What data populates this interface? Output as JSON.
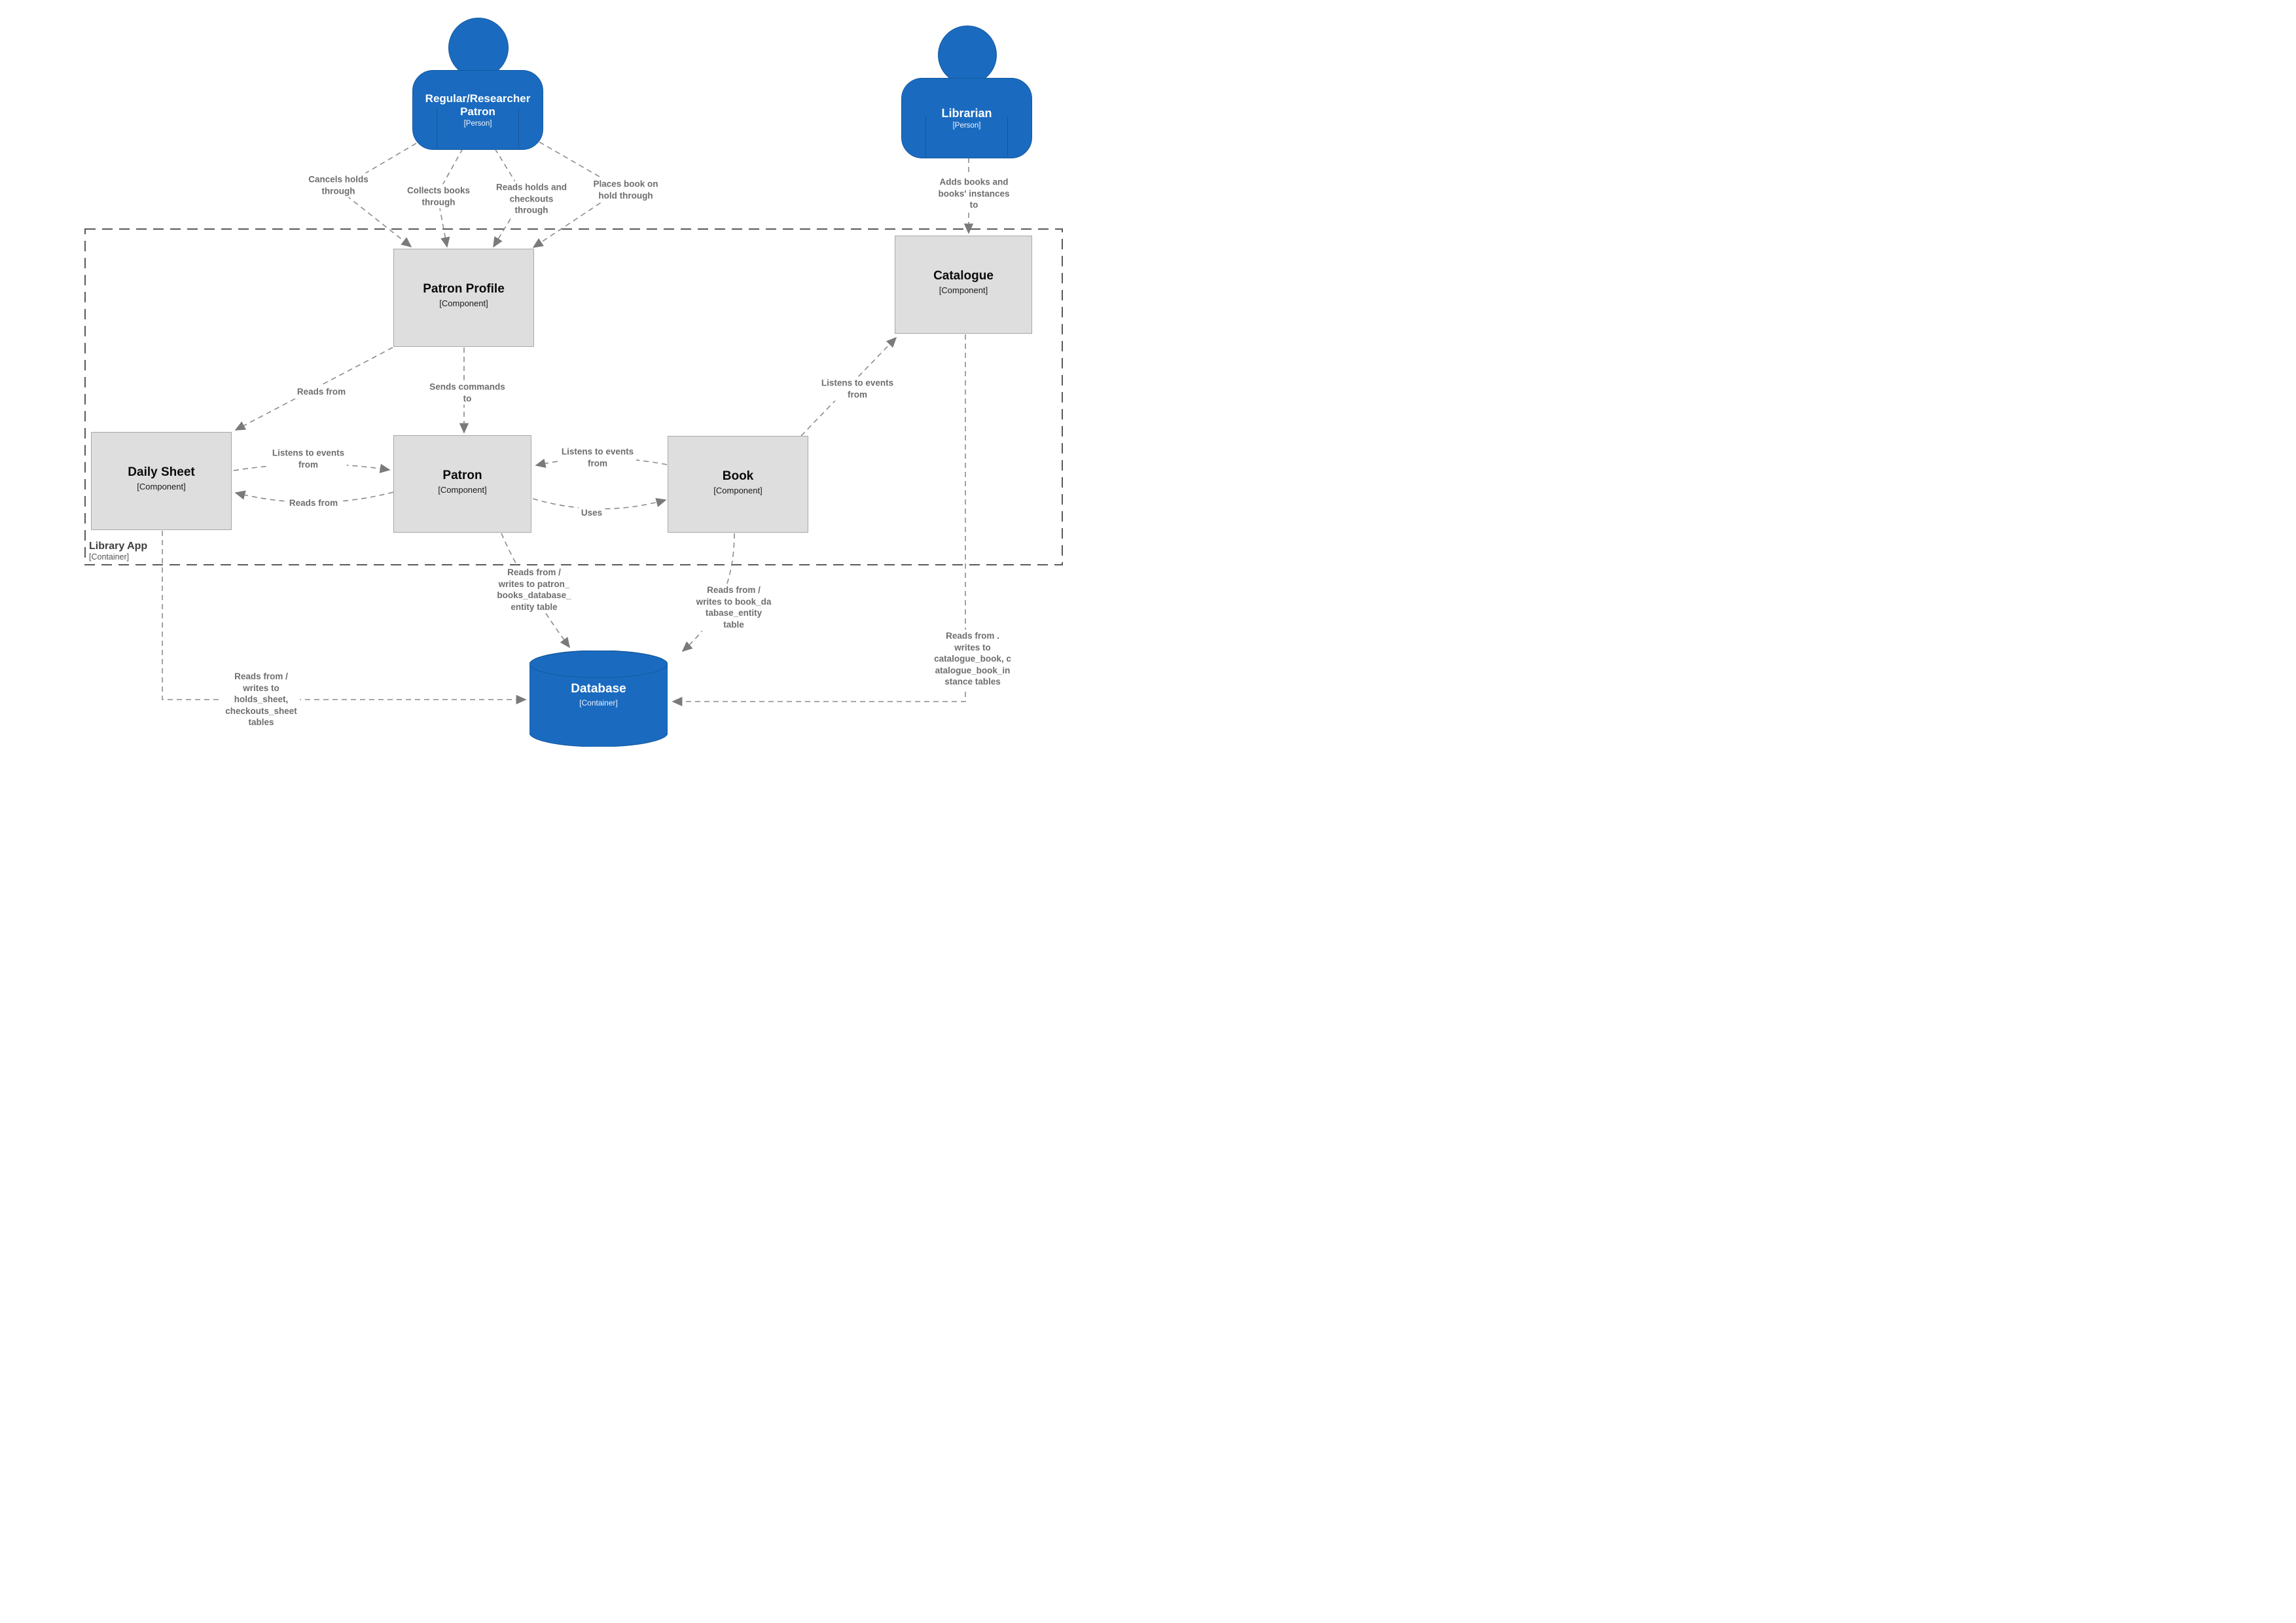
{
  "diagram": {
    "container": {
      "title": "Library App",
      "type_label": "[Container]"
    },
    "persons": [
      {
        "id": "regular-researcher-patron",
        "title": "Regular/Researcher Patron",
        "type_label": "[Person]"
      },
      {
        "id": "librarian",
        "title": "Librarian",
        "type_label": "[Person]"
      }
    ],
    "components": [
      {
        "id": "patron-profile",
        "title": "Patron Profile",
        "type_label": "[Component]"
      },
      {
        "id": "catalogue",
        "title": "Catalogue",
        "type_label": "[Component]"
      },
      {
        "id": "daily-sheet",
        "title": "Daily Sheet",
        "type_label": "[Component]"
      },
      {
        "id": "patron",
        "title": "Patron",
        "type_label": "[Component]"
      },
      {
        "id": "book",
        "title": "Book",
        "type_label": "[Component]"
      }
    ],
    "database": {
      "id": "database",
      "title": "Database",
      "type_label": "[Container]"
    },
    "edges": [
      {
        "from": "Regular/Researcher Patron",
        "to": "Patron Profile",
        "label": "Cancels holds\nthrough"
      },
      {
        "from": "Regular/Researcher Patron",
        "to": "Patron Profile",
        "label": "Collects books\nthrough"
      },
      {
        "from": "Regular/Researcher Patron",
        "to": "Patron Profile",
        "label": "Reads holds and\ncheckouts\nthrough"
      },
      {
        "from": "Regular/Researcher Patron",
        "to": "Patron Profile",
        "label": "Places book on\nhold through"
      },
      {
        "from": "Librarian",
        "to": "Catalogue",
        "label": "Adds books and\nbooks' instances\nto"
      },
      {
        "from": "Patron Profile",
        "to": "Daily Sheet",
        "label": "Reads from"
      },
      {
        "from": "Patron Profile",
        "to": "Patron",
        "label": "Sends commands\nto"
      },
      {
        "from": "Book",
        "to": "Catalogue",
        "label": "Listens to events\nfrom"
      },
      {
        "from": "Daily Sheet",
        "to": "Patron",
        "label": "Listens to events\nfrom"
      },
      {
        "from": "Patron",
        "to": "Daily Sheet",
        "label": "Reads from"
      },
      {
        "from": "Book",
        "to": "Patron",
        "label": "Listens to events\nfrom"
      },
      {
        "from": "Patron",
        "to": "Book",
        "label": "Uses"
      },
      {
        "from": "Patron",
        "to": "Database",
        "label": "Reads from /\nwrites to patron_\nbooks_database_\nentity table"
      },
      {
        "from": "Book",
        "to": "Database",
        "label": "Reads from /\nwrites to book_da\ntabase_entity\ntable"
      },
      {
        "from": "Catalogue",
        "to": "Database",
        "label": "Reads from .\nwrites to\ncatalogue_book, c\natalogue_book_in\nstance tables"
      },
      {
        "from": "Daily Sheet",
        "to": "Database",
        "label": "Reads from /\nwrites to\nholds_sheet,\ncheckouts_sheet\ntables"
      }
    ],
    "colors": {
      "person_fill": "#1a6bc0",
      "person_border": "#14589f",
      "component_fill": "#dedede",
      "component_border": "#a8a8a8",
      "edge_line": "#8c8c8c",
      "edge_label_text": "#6e6e6e",
      "boundary_border": "#595959"
    }
  }
}
